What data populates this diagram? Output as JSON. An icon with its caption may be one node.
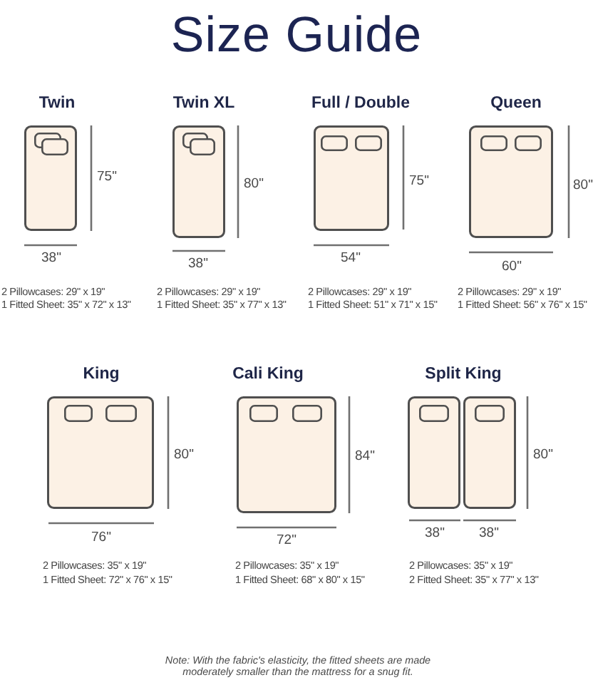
{
  "diagram": {
    "title": "Size Guide",
    "nodes": [
      {
        "text": [
          "Twin"
        ],
        "beside": [
          "75\"",
          "38\"",
          "2 Pillowcases: 29\" x 19\"",
          "1 Fitted Sheet: 35\" x 72\" x 13\""
        ]
      },
      {
        "text": [
          "Twin XL"
        ],
        "beside": [
          "80\"",
          "38\"",
          "2 Pillowcases: 29\" x 19\"",
          "1 Fitted Sheet: 35\" x 77\" x 13\""
        ]
      },
      {
        "text": [
          "Full / Double"
        ],
        "beside": [
          "75\"",
          "54\"",
          "2 Pillowcases: 29\" x 19\"",
          "1 Fitted Sheet: 51\" x 71\" x 15\""
        ]
      },
      {
        "text": [
          "Queen"
        ],
        "beside": [
          "80\"",
          "60\"",
          "2 Pillowcases: 29\" x 19\"",
          "1 Fitted Sheet: 56\" x 76\" x 15\""
        ]
      },
      {
        "text": [
          "King"
        ],
        "beside": [
          "80\"",
          "76\"",
          "2 Pillowcases: 35\" x 19\"",
          "1 Fitted Sheet: 72\" x 76\" x 15\""
        ]
      },
      {
        "text": [
          "Cali King"
        ],
        "beside": [
          "84\"",
          "72\"",
          "2 Pillowcases: 35\" x 19\"",
          "1 Fitted Sheet: 68\" x 80\" x 15\""
        ]
      },
      {
        "text": [
          "Split King"
        ],
        "beside": [
          "80\"",
          "38\"",
          "38\"",
          "2 Pillowcases: 35\" x 19\"",
          "2 Fitted Sheet: 35\" x 77\" x 13\""
        ]
      }
    ],
    "labels": [
      "Note: With the fabric's elasticity, the fitted sheets are made moderately smaller than the mattress for a snug fit."
    ]
  }
}
